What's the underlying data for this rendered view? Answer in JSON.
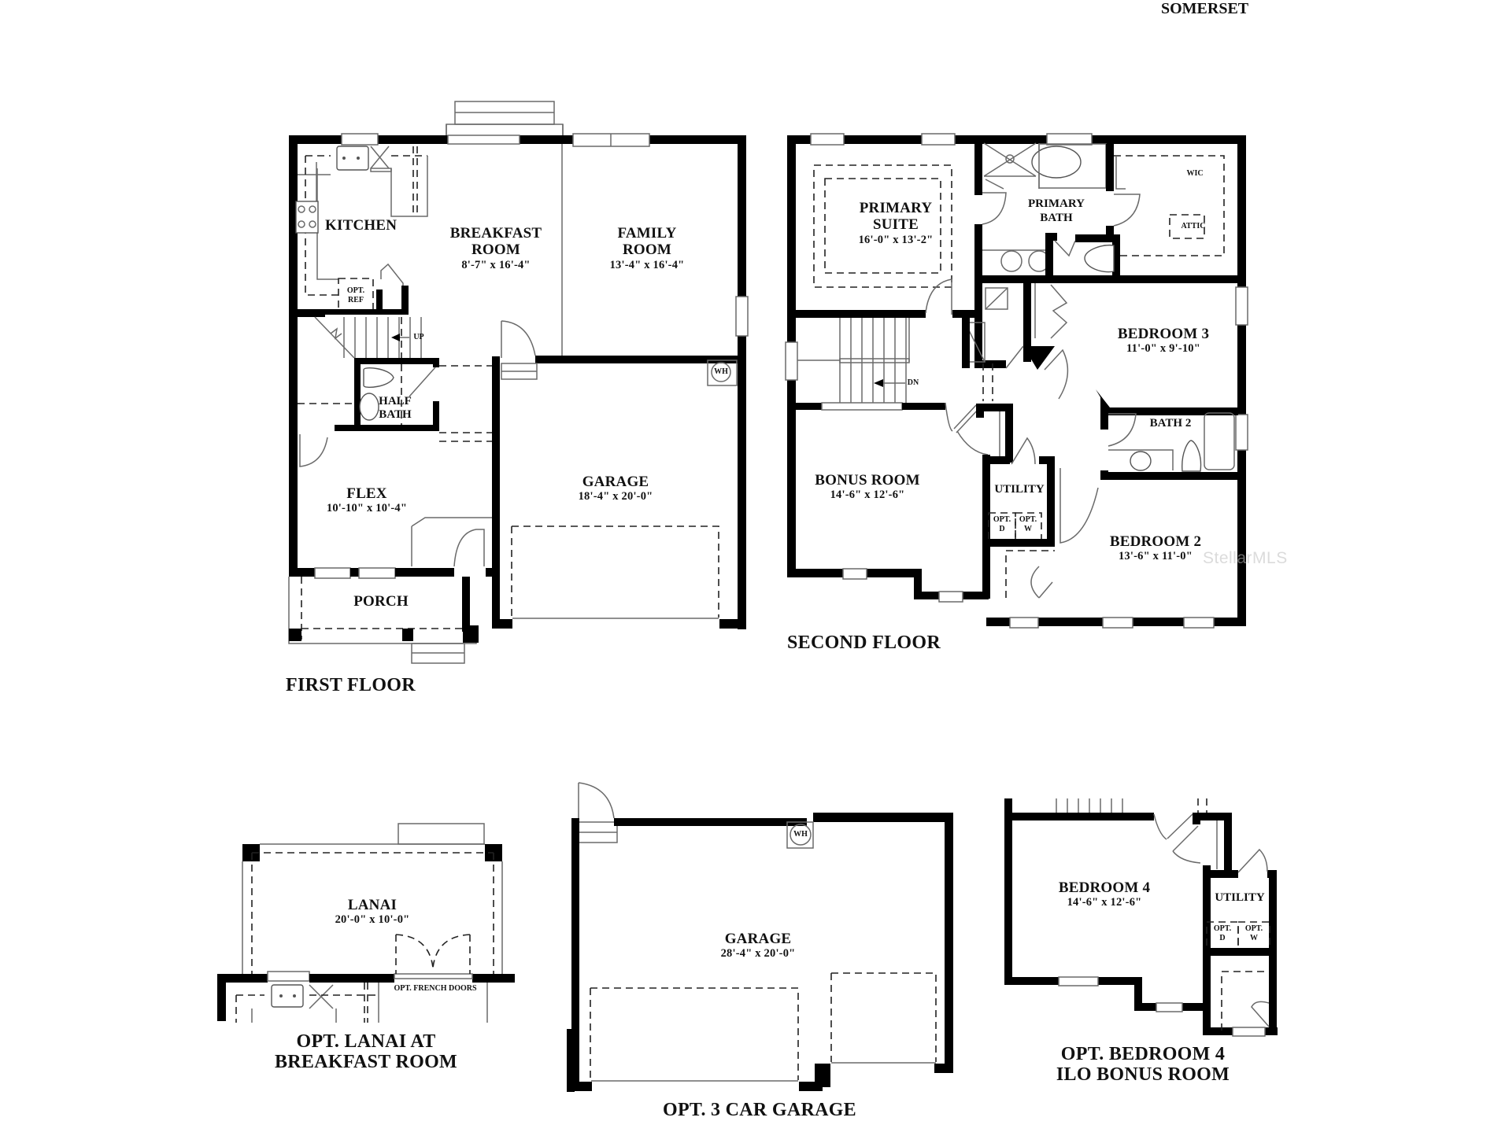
{
  "brand": {
    "plan_name": "SOMERSET"
  },
  "watermark": "StellarMLS",
  "colors": {
    "wall": "#000000",
    "line": "#6a6a6a",
    "background": "#ffffff",
    "text": "#111111"
  },
  "first_floor": {
    "title": "FIRST FLOOR",
    "rooms": [
      {
        "name": "KITCHEN",
        "dims": ""
      },
      {
        "name": "BREAKFAST ROOM",
        "line1": "BREAKFAST",
        "line2": "ROOM",
        "dims": "8'-7\" x 16'-4\""
      },
      {
        "name": "FAMILY ROOM",
        "line1": "FAMILY",
        "line2": "ROOM",
        "dims": "13'-4\" x 16'-4\""
      },
      {
        "name": "HALF BATH",
        "line1": "HALF",
        "line2": "BATH",
        "dims": ""
      },
      {
        "name": "FLEX",
        "dims": "10'-10\" x 10'-4\""
      },
      {
        "name": "GARAGE",
        "dims": "18'-4\" x 20'-0\""
      },
      {
        "name": "PORCH",
        "dims": ""
      }
    ],
    "annotations": {
      "opt_ref_1": "OPT.",
      "opt_ref_2": "REF",
      "stairs": "UP",
      "water_heater": "WH"
    }
  },
  "second_floor": {
    "title": "SECOND FLOOR",
    "rooms": [
      {
        "name": "PRIMARY SUITE",
        "line1": "PRIMARY",
        "line2": "SUITE",
        "dims": "16'-0\" x 13'-2\""
      },
      {
        "name": "PRIMARY BATH",
        "line1": "PRIMARY",
        "line2": "BATH",
        "dims": ""
      },
      {
        "name": "WIC",
        "dims": ""
      },
      {
        "name": "ATTIC",
        "dims": ""
      },
      {
        "name": "BEDROOM 3",
        "dims": "11'-0\" x 9'-10\""
      },
      {
        "name": "BATH 2",
        "dims": ""
      },
      {
        "name": "BONUS ROOM",
        "dims": "14'-6\" x 12'-6\""
      },
      {
        "name": "UTILITY",
        "dims": ""
      },
      {
        "name": "BEDROOM 2",
        "dims": "13'-6\" x 11'-0\""
      }
    ],
    "annotations": {
      "stairs": "DN",
      "opt_d_1": "OPT.",
      "opt_d_2": "D",
      "opt_w_1": "OPT.",
      "opt_w_2": "W"
    }
  },
  "options": [
    {
      "title_line1": "OPT. LANAI AT",
      "title_line2": "BREAKFAST ROOM",
      "room": "LANAI",
      "dims": "20'-0\" x 10'-0\"",
      "note": "OPT. FRENCH DOORS"
    },
    {
      "title_line1": "OPT. 3 CAR GARAGE",
      "room": "GARAGE",
      "dims": "28'-4\" x 20'-0\"",
      "water_heater": "WH"
    },
    {
      "title_line1": "OPT. BEDROOM 4",
      "title_line2": "ILO BONUS ROOM",
      "room": "BEDROOM 4",
      "dims": "14'-6\" x 12'-6\"",
      "utility": "UTILITY",
      "opt_d_1": "OPT.",
      "opt_d_2": "D",
      "opt_w_1": "OPT.",
      "opt_w_2": "W"
    }
  ]
}
